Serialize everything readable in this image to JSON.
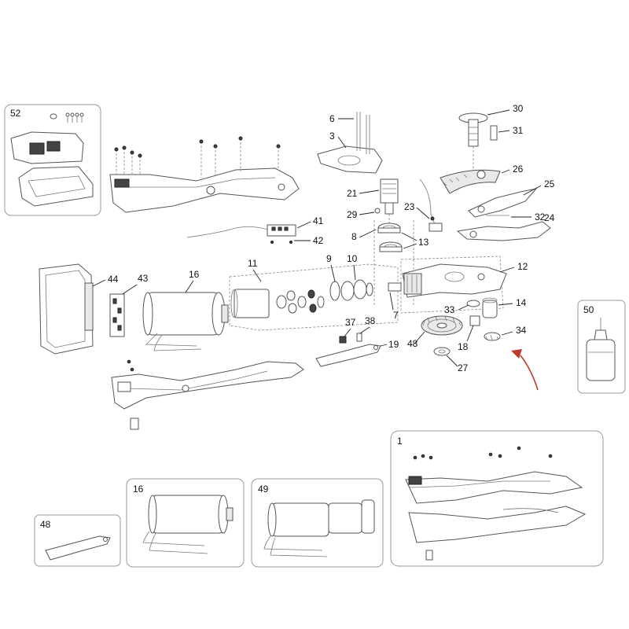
{
  "callouts": [
    {
      "id": "c52",
      "text": "52"
    },
    {
      "id": "c6",
      "text": "6"
    },
    {
      "id": "c3",
      "text": "3"
    },
    {
      "id": "c30",
      "text": "30"
    },
    {
      "id": "c31",
      "text": "31"
    },
    {
      "id": "c26",
      "text": "26"
    },
    {
      "id": "c25",
      "text": "25"
    },
    {
      "id": "c21",
      "text": "21"
    },
    {
      "id": "c29",
      "text": "29"
    },
    {
      "id": "c23",
      "text": "23"
    },
    {
      "id": "c32",
      "text": "32"
    },
    {
      "id": "c24",
      "text": "24"
    },
    {
      "id": "c41",
      "text": "41"
    },
    {
      "id": "c42",
      "text": "42"
    },
    {
      "id": "c8",
      "text": "8"
    },
    {
      "id": "c13",
      "text": "13"
    },
    {
      "id": "c11",
      "text": "11"
    },
    {
      "id": "c9",
      "text": "9"
    },
    {
      "id": "c10",
      "text": "10"
    },
    {
      "id": "c12",
      "text": "12"
    },
    {
      "id": "c44",
      "text": "44"
    },
    {
      "id": "c43",
      "text": "43"
    },
    {
      "id": "c16a",
      "text": "16"
    },
    {
      "id": "c7",
      "text": "7"
    },
    {
      "id": "c33",
      "text": "33"
    },
    {
      "id": "c14",
      "text": "14"
    },
    {
      "id": "c50",
      "text": "50"
    },
    {
      "id": "c37",
      "text": "37"
    },
    {
      "id": "c38",
      "text": "38"
    },
    {
      "id": "c48a",
      "text": "48"
    },
    {
      "id": "c18",
      "text": "18"
    },
    {
      "id": "c34",
      "text": "34"
    },
    {
      "id": "c27",
      "text": "27"
    },
    {
      "id": "c19",
      "text": "19"
    },
    {
      "id": "c1",
      "text": "1"
    },
    {
      "id": "c16b",
      "text": "16"
    },
    {
      "id": "c49",
      "text": "49"
    },
    {
      "id": "c48b",
      "text": "48"
    }
  ],
  "colors": {
    "annotation_arrow": "#c0392b",
    "line": "#555555",
    "box_border": "#999999"
  }
}
